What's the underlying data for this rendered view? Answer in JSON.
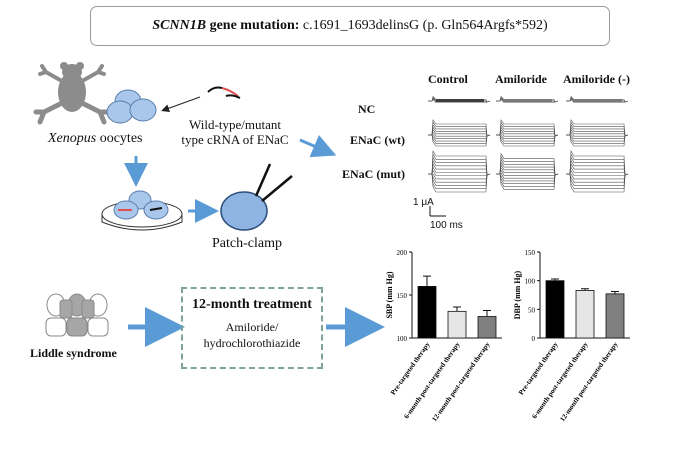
{
  "title": {
    "gene": "SCNN1B",
    "label": " gene mutation:",
    "mutation": " c.1691_1693delinsG (p. Gln564Argfs*592)"
  },
  "workflow": {
    "oocytes_species": "Xenopus",
    "oocytes_suffix": " oocytes",
    "crna_line1": "Wild-type/mutant",
    "crna_line2": "type cRNA of ENaC",
    "patch_clamp": "Patch-clamp"
  },
  "recordings": {
    "columns": [
      "Control",
      "Amiloride",
      "Amiloride (-)"
    ],
    "rows": [
      "NC",
      "ENaC (wt)",
      "ENaC (mut)"
    ],
    "scale_current": "1 μA",
    "scale_time": "100 ms"
  },
  "clinical": {
    "condition": "Liddle syndrome",
    "treatment_title": "12-month treatment",
    "treatment_line1": "Amiloride/",
    "treatment_line2": "hydrochlorothiazide"
  },
  "colors": {
    "arrow": "#5b9bd5",
    "oocyte": "#a9c7ea",
    "oocyte_stroke": "#5a7fae",
    "patch": "#8eb4e3",
    "frog": "#8c8c8c",
    "bar1": "#000000",
    "bar2": "#e6e6e6",
    "bar3": "#808080"
  },
  "chart_data": [
    {
      "type": "bar",
      "categories": [
        "Pre-targeted therapy",
        "6-month post-targeted therapy",
        "12-month post-targeted therapy"
      ],
      "values": [
        160,
        131,
        125
      ],
      "errors": [
        12,
        5,
        7
      ],
      "ylabel": "SBP (mm Hg)",
      "ylim": [
        100,
        200
      ],
      "yticks": [
        100,
        150,
        200
      ]
    },
    {
      "type": "bar",
      "categories": [
        "Pre-targeted therapy",
        "6-month post-targeted therapy",
        "12-month post-targeted therapy"
      ],
      "values": [
        100,
        83,
        77
      ],
      "errors": [
        3,
        3,
        4
      ],
      "ylabel": "DBP (mm Hg)",
      "ylim": [
        0,
        150
      ],
      "yticks": [
        0,
        50,
        100,
        150
      ]
    }
  ]
}
